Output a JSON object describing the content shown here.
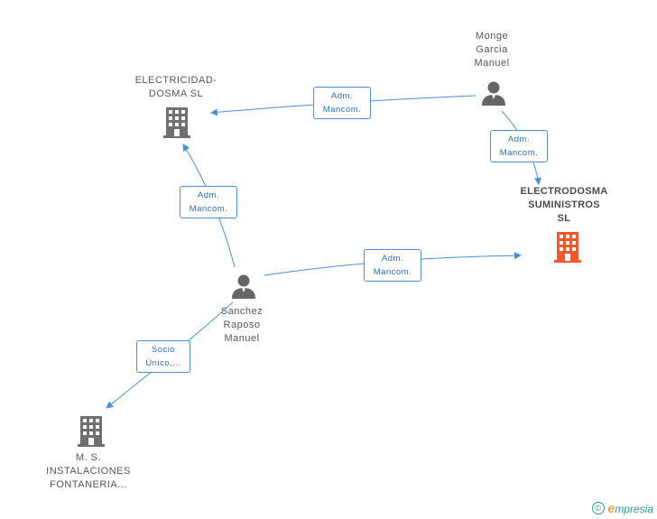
{
  "nodes": {
    "monge": {
      "label": "Monge\nGarcia\nManuel",
      "type": "person"
    },
    "electricidad": {
      "label": "ELECTRICIDAD-\nDOSMA SL",
      "type": "company"
    },
    "electrodosma": {
      "label": "ELECTRODOSMA\nSUMINISTROS\nSL",
      "type": "company-main"
    },
    "sanchez": {
      "label": "Sanchez\nRaposo\nManuel",
      "type": "person"
    },
    "ms": {
      "label": "M. S.\nINSTALACIONES\nFONTANERIA...",
      "type": "company"
    }
  },
  "edges": {
    "monge_electricidad": {
      "label": "Adm.\nMancom."
    },
    "monge_electrodosma": {
      "label": "Adm.\nMancom."
    },
    "sanchez_electricidad": {
      "label": "Adm.\nMancom."
    },
    "sanchez_electrodosma": {
      "label": "Adm.\nMancom."
    },
    "sanchez_ms": {
      "label": "Socio\nÚnico,..."
    }
  },
  "colors": {
    "edge": "#4a90d9",
    "person_icon": "#666666",
    "company_icon": "#707070",
    "main_company_icon": "#f05a28"
  },
  "footer": {
    "copyright": "©",
    "brand_initial": "e",
    "brand_rest": "mpresia"
  }
}
